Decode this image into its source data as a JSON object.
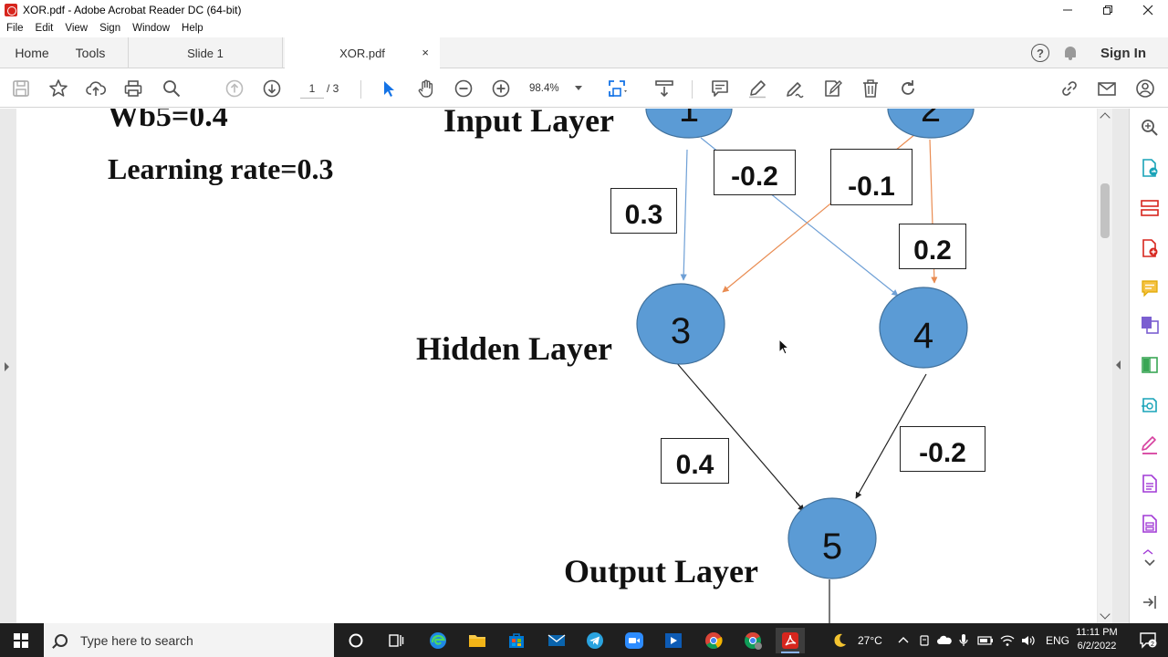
{
  "window": {
    "title": "XOR.pdf - Adobe Acrobat Reader DC (64-bit)"
  },
  "menu": [
    "File",
    "Edit",
    "View",
    "Sign",
    "Window",
    "Help"
  ],
  "tabs": {
    "home": "Home",
    "tools": "Tools",
    "slide": "Slide 1",
    "document": "XOR.pdf",
    "close": "×"
  },
  "header": {
    "sign_in": "Sign In",
    "help": "?"
  },
  "toolbar": {
    "page_current": "1",
    "page_total": "/ 3",
    "zoom": "98.4%"
  },
  "document": {
    "wb5": "Wb5=0.4",
    "learning_rate": "Learning rate=0.3",
    "input_layer": "Input Layer",
    "hidden_layer": "Hidden Layer",
    "output_layer": "Output Layer",
    "nodes": [
      "1",
      "2",
      "3",
      "4",
      "5"
    ],
    "weights": {
      "w13": "0.3",
      "w14": "-0.2",
      "w23": "-0.1",
      "w24": "0.2",
      "w35": "0.4",
      "w45": "-0.2"
    }
  },
  "colors": {
    "node_fill": "#5b9bd5",
    "node_stroke": "#41719c",
    "edge_input1": "#6fa0d6",
    "edge_input2": "#e98c52",
    "edge_hidden": "#222222",
    "acrobat_red": "#d7261e"
  },
  "taskbar": {
    "search_placeholder": "Type here to search",
    "weather": "27°C",
    "language": "ENG",
    "time": "11:11 PM",
    "date": "6/2/2022"
  }
}
